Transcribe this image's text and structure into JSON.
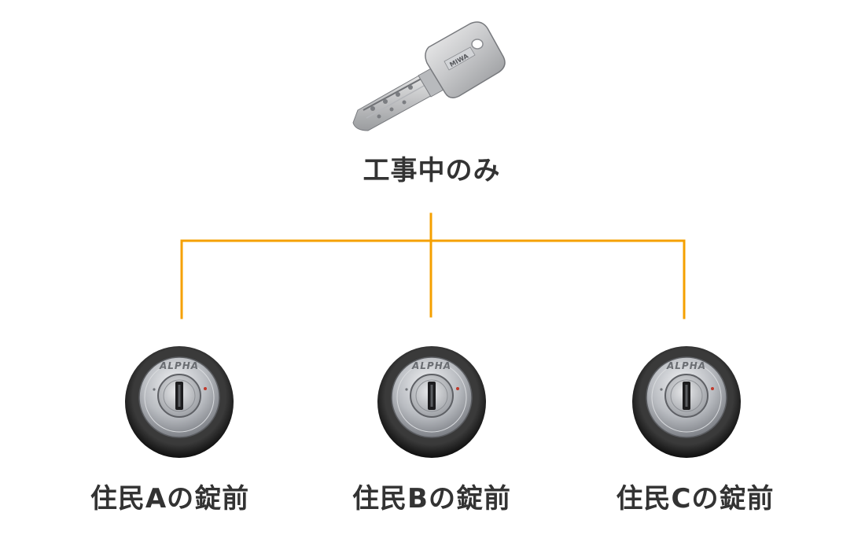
{
  "key": {
    "label": "工事中のみ",
    "brand": "MIWA"
  },
  "locks": [
    {
      "label": "住民Aの錠前",
      "brand": "ALPHA"
    },
    {
      "label": "住民Bの錠前",
      "brand": "ALPHA"
    },
    {
      "label": "住民Cの錠前",
      "brand": "ALPHA"
    }
  ],
  "colors": {
    "connector": "#f5a000",
    "text": "#333333"
  }
}
